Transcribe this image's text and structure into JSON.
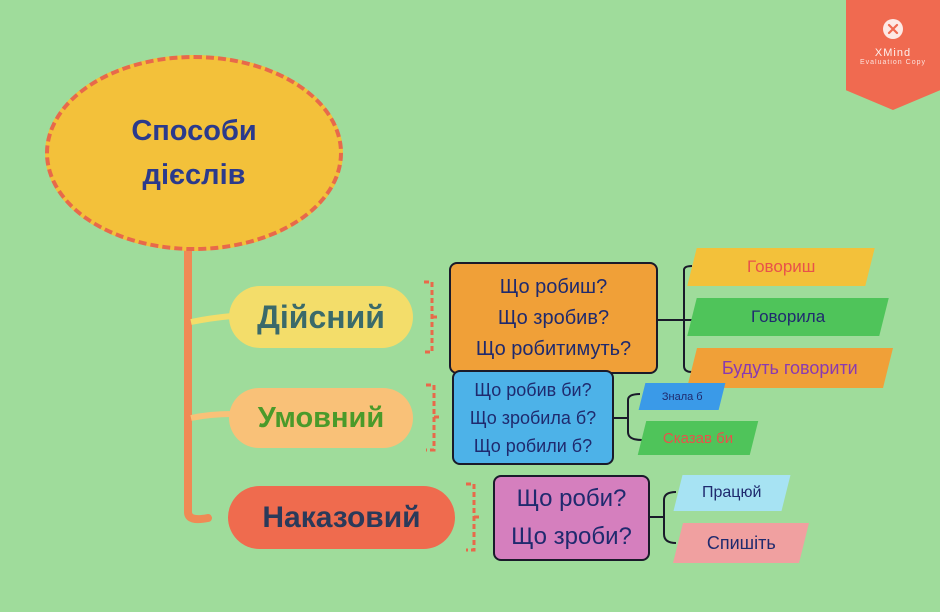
{
  "central": {
    "text": "Способи\nдієслів"
  },
  "branches": [
    {
      "label": "Дійсний",
      "questions": [
        "Що робиш?",
        "Що зробив?",
        "Що робитимуть?"
      ],
      "examples": [
        "Говориш",
        "Говорила",
        "Будуть говорити"
      ]
    },
    {
      "label": "Умовний",
      "questions": [
        "Що робив би?",
        "Що зробила б?",
        "Що робили б?"
      ],
      "examples": [
        "Знала б",
        "Сказав би"
      ]
    },
    {
      "label": "Наказовий",
      "questions": [
        "Що роби?",
        "Що зроби?"
      ],
      "examples": [
        "Працюй",
        "Спишіть"
      ]
    }
  ],
  "watermark": {
    "brand": "XMind",
    "sub": "Evaluation Copy"
  },
  "colors": {
    "background": "#9fdc9b",
    "central_fill": "#f3c13a",
    "central_border": "#e8694a",
    "trunk": "#f08a55",
    "branch1": "#f3dd6a",
    "branch2": "#f9c178",
    "branch3": "#ef6b4e"
  }
}
